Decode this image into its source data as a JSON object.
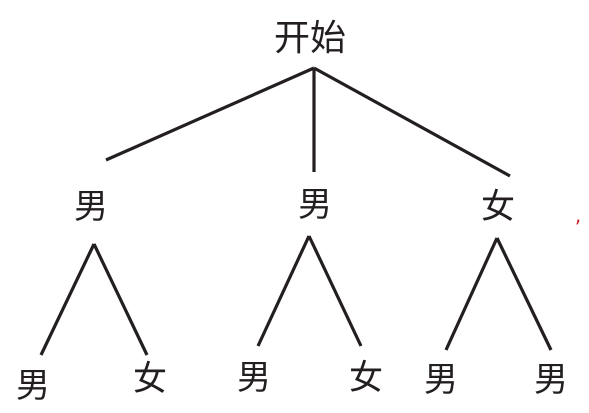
{
  "root": {
    "label": "开始"
  },
  "level1": [
    {
      "label": "男"
    },
    {
      "label": "男"
    },
    {
      "label": "女"
    }
  ],
  "level2": [
    {
      "label": "男"
    },
    {
      "label": "女"
    },
    {
      "label": "男"
    },
    {
      "label": "女"
    },
    {
      "label": "男"
    },
    {
      "label": "男"
    }
  ],
  "stray_mark": ",",
  "colors": {
    "ink": "#231f20",
    "stray_mark": "#c0272d"
  }
}
